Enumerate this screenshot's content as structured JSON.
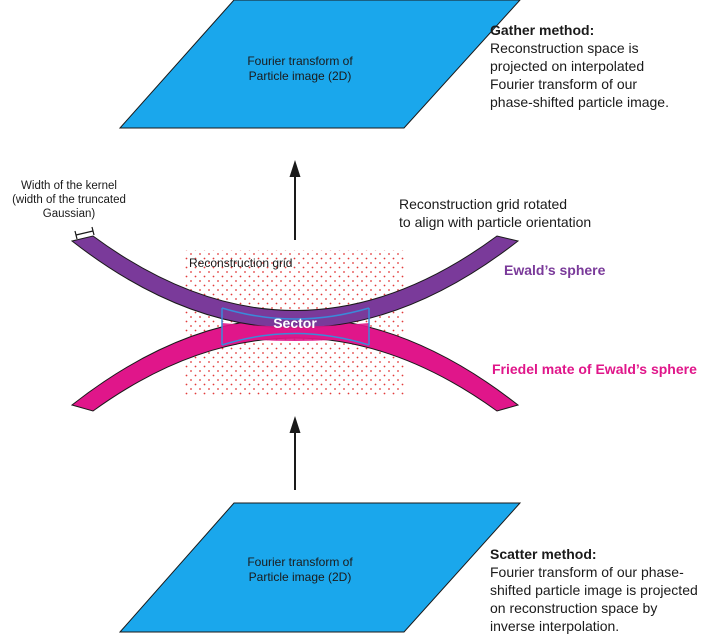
{
  "plane_top": {
    "lines": [
      "Fourier transform of",
      "Particle image (2D)"
    ],
    "fill": "#1aa7ec"
  },
  "plane_bottom": {
    "lines": [
      "Fourier transform of",
      "Particle image (2D)"
    ],
    "fill": "#1aa7ec"
  },
  "gather": {
    "title": "Gather method:",
    "lines": [
      "Reconstruction space is",
      "projected on interpolated",
      "Fourier transform of our",
      "phase-shifted particle image."
    ]
  },
  "scatter": {
    "title": "Scatter method:",
    "lines": [
      "Fourier transform of our phase-",
      "shifted particle image is projected",
      "on reconstruction space by",
      "inverse interpolation."
    ]
  },
  "kernel": {
    "lines": [
      "Width of the kernel",
      "(width of the truncated",
      "Gaussian)"
    ]
  },
  "rotated_grid": {
    "lines": [
      "Reconstruction grid rotated",
      "to align with particle orientation"
    ]
  },
  "grid_label": "Reconstruction grid",
  "ewald": {
    "label": "Ewald’s sphere",
    "color": "#7a3a9a"
  },
  "friedel": {
    "label": "Friedel mate of Ewald’s sphere",
    "color": "#e0168a"
  },
  "sector": {
    "label": "Sector",
    "outline": "#3b8ad9"
  },
  "grid_dot_color": "#e23a3a"
}
